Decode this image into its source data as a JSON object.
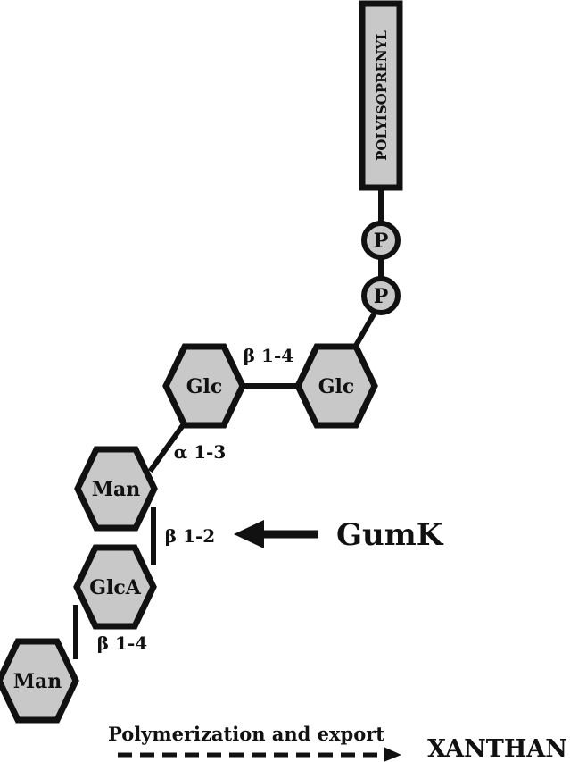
{
  "lipid_label": "POLYISOPRENYL",
  "phosphates": [
    "P",
    "P"
  ],
  "sugars": {
    "glc_right": "Glc",
    "glc_left": "Glc",
    "man_upper": "Man",
    "glca": "GlcA",
    "man_lower": "Man"
  },
  "linkages": {
    "glc_glc": "β 1-4",
    "glc_man": "α 1-3",
    "man_glca": "β 1-2",
    "glca_man": "β 1-4"
  },
  "enzyme_label": "GumK",
  "process_label": "Polymerization and export",
  "product_label": "XANTHAN"
}
